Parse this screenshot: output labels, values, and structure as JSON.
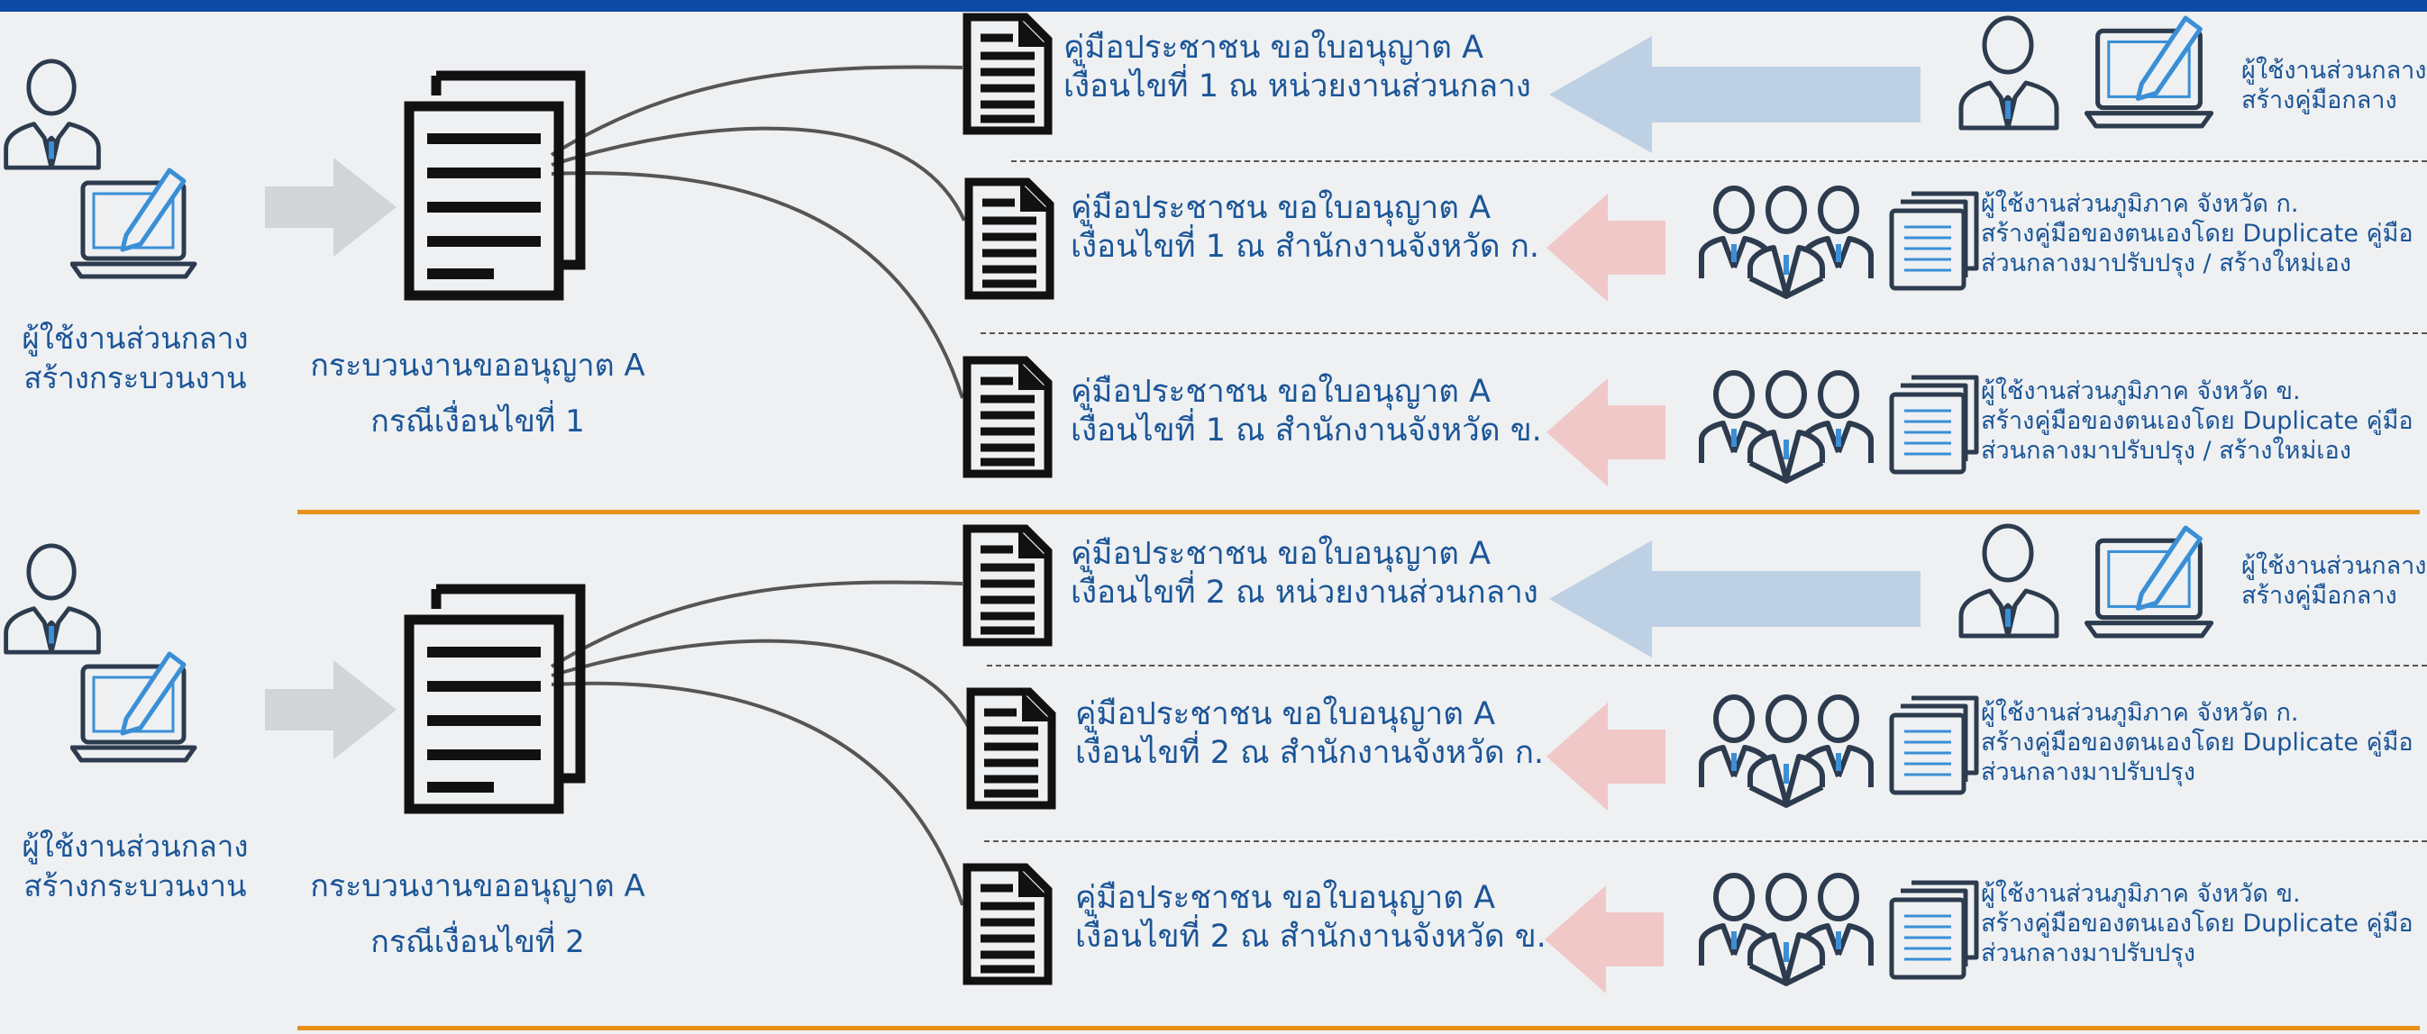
{
  "colors": {
    "top_bar": "#0d4aa6",
    "text": "#1b5597",
    "icon_stroke": "#2d3b4e",
    "arrow_gray": "#d2d4d6",
    "arrow_blue": "#bed0e4",
    "arrow_pink": "#f0c8c8",
    "section_divider": "#e8911a",
    "connector": "#555555"
  },
  "icons": {
    "user": "user-icon",
    "laptop": "laptop-edit-icon",
    "document": "document-icon",
    "document_stack": "document-stack-icon",
    "group": "user-group-icon",
    "copy": "copy-document-icon",
    "arrow": "arrow-icon"
  },
  "sections": [
    {
      "creator_label": [
        "ผู้ใช้งานส่วนกลาง",
        "สร้างกระบวนงาน"
      ],
      "process_label": [
        "กระบวนงานขออนุญาต A",
        "กรณีเงื่อนไขที่ 1"
      ],
      "manuals": [
        {
          "line1": "คู่มือประชาชน ขอใบอนุญาต A",
          "line2": "เงื่อนไขที่ 1 ณ หน่วยงานส่วนกลาง",
          "role": [
            "ผู้ใช้งานส่วนกลาง",
            "สร้างคู่มือกลาง"
          ]
        },
        {
          "line1": "คู่มือประชาชน ขอใบอนุญาต A",
          "line2": "เงื่อนไขที่ 1 ณ สำนักงานจังหวัด ก.",
          "role": [
            "ผู้ใช้งานส่วนภูมิภาค จังหวัด ก.",
            "สร้างคู่มือของตนเองโดย Duplicate คู่มือ",
            "ส่วนกลางมาปรับปรุง / สร้างใหม่เอง"
          ]
        },
        {
          "line1": "คู่มือประชาชน ขอใบอนุญาต A",
          "line2": "เงื่อนไขที่ 1 ณ สำนักงานจังหวัด ข.",
          "role": [
            "ผู้ใช้งานส่วนภูมิภาค จังหวัด ข.",
            "สร้างคู่มือของตนเองโดย Duplicate คู่มือ",
            "ส่วนกลางมาปรับปรุง / สร้างใหม่เอง"
          ]
        }
      ]
    },
    {
      "creator_label": [
        "ผู้ใช้งานส่วนกลาง",
        "สร้างกระบวนงาน"
      ],
      "process_label": [
        "กระบวนงานขออนุญาต A",
        "กรณีเงื่อนไขที่ 2"
      ],
      "manuals": [
        {
          "line1": "คู่มือประชาชน ขอใบอนุญาต A",
          "line2": "เงื่อนไขที่ 2 ณ หน่วยงานส่วนกลาง",
          "role": [
            "ผู้ใช้งานส่วนกลาง",
            "สร้างคู่มือกลาง"
          ]
        },
        {
          "line1": "คู่มือประชาชน ขอใบอนุญาต A",
          "line2": "เงื่อนไขที่ 2 ณ สำนักงานจังหวัด ก.",
          "role": [
            "ผู้ใช้งานส่วนภูมิภาค จังหวัด ก.",
            "สร้างคู่มือของตนเองโดย Duplicate คู่มือ",
            "ส่วนกลางมาปรับปรุง"
          ]
        },
        {
          "line1": "คู่มือประชาชน ขอใบอนุญาต A",
          "line2": "เงื่อนไขที่ 2 ณ สำนักงานจังหวัด ข.",
          "role": [
            "ผู้ใช้งานส่วนภูมิภาค จังหวัด ข.",
            "สร้างคู่มือของตนเองโดย Duplicate คู่มือ",
            "ส่วนกลางมาปรับปรุง"
          ]
        }
      ]
    }
  ]
}
